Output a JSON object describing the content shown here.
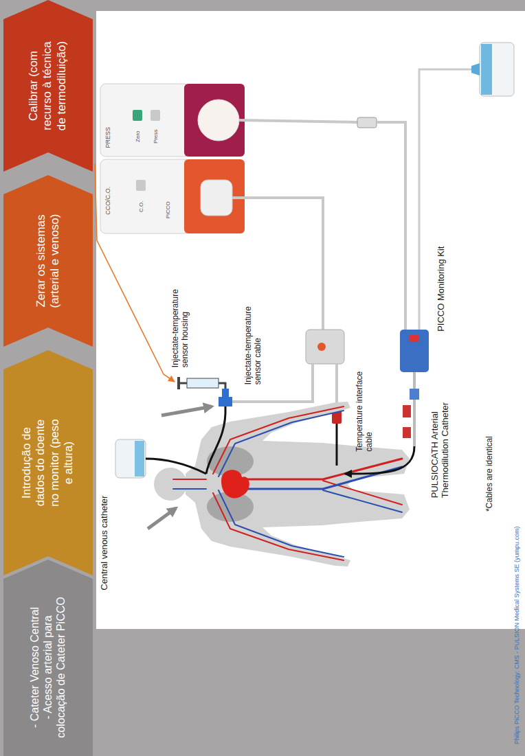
{
  "diagram": {
    "nodes": [
      {
        "text": [
          "- Cateter Venoso Central",
          "- Acesso arterial para colocação de Cateter PiCCO"
        ]
      },
      {
        "text": [
          "Introdução de dados do doente no monitor (peso e altura)"
        ]
      },
      {
        "text": [
          "Zerar os sistemas (arterial e venoso)"
        ]
      },
      {
        "text": [
          "Calibrar (com recurso à técnica de termodiluição)"
        ]
      }
    ],
    "labels": [
      "PRESS",
      "Zero",
      "Press",
      "CCO/C.O.",
      "C.O.",
      "PiCCO",
      "Central venous catheter",
      "Injectate-temperature sensor housing",
      "Injectate-temperature sensor cable",
      "Temperature interface cable",
      "PICCO Monitoring Kit",
      "PULSIOCATH Arterial Thermodilution Catheter",
      "*Cables are identical",
      "Philips PiCCO Technology: CMS - PULSION Medical Systems SE (yumpu.com)"
    ]
  }
}
